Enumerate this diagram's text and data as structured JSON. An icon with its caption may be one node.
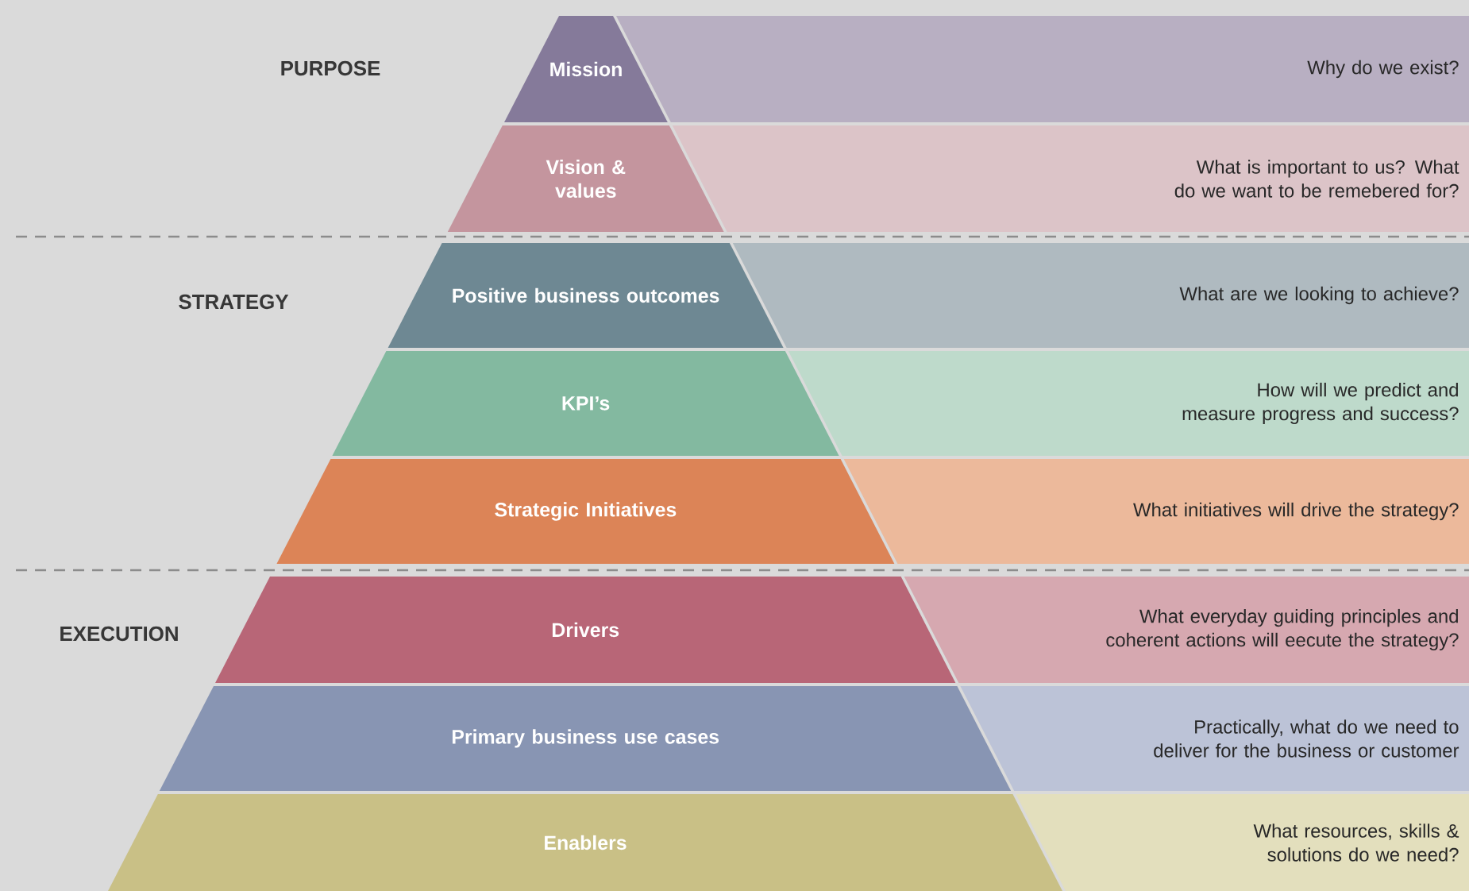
{
  "diagram": {
    "nodes": [
      {
        "text": [
          "Mission"
        ]
      },
      {
        "text": [
          "Why do we exist?"
        ]
      },
      {
        "text": [
          "Vision & values"
        ]
      },
      {
        "text": [
          "What is important to us? What do we want to be remebered for?"
        ]
      },
      {
        "text": [
          "Positive business outcomes"
        ]
      },
      {
        "text": [
          "What are we looking to achieve?"
        ]
      },
      {
        "text": [
          "KPI’s"
        ]
      },
      {
        "text": [
          "How will we predict and measure progress and success?"
        ]
      },
      {
        "text": [
          "Strategic Initiatives"
        ]
      },
      {
        "text": [
          "What initiatives will drive the strategy?"
        ]
      },
      {
        "text": [
          "Drivers"
        ]
      },
      {
        "text": [
          "What everyday guiding principles and coherent actions will eecute the strategy?"
        ]
      },
      {
        "text": [
          "Primary business use cases"
        ]
      },
      {
        "text": [
          "Practically, what do we need to deliver for the business or customer"
        ]
      },
      {
        "text": [
          "Enablers"
        ]
      },
      {
        "text": [
          "What resources, skills & solutions do we need?"
        ]
      }
    ],
    "labels": [
      "PURPOSE",
      "STRATEGY",
      "EXECUTION"
    ]
  }
}
